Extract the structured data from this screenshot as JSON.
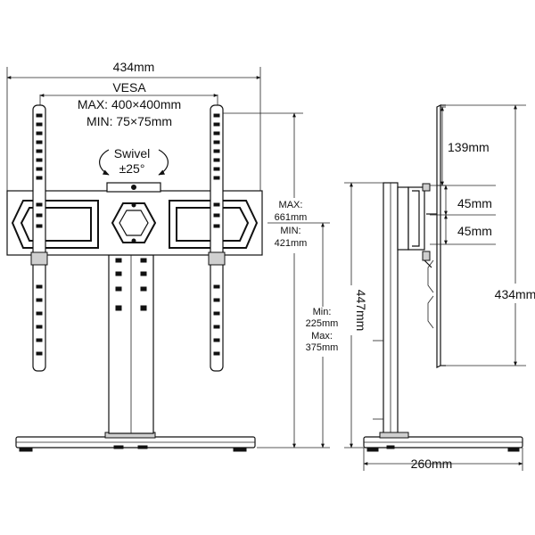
{
  "front": {
    "width": "434mm",
    "vesa_title": "VESA",
    "vesa_max": "MAX: 400×400mm",
    "vesa_min": "MIN: 75×75mm",
    "swivel_label": "Swivel",
    "swivel_angle": "±25°",
    "height_max_label": "MAX:",
    "height_max_value": "661mm",
    "height_min_label": "MIN:",
    "height_min_value": "421mm",
    "adj_min_label": "Min:",
    "adj_min_value": "225mm",
    "adj_max_label": "Max:",
    "adj_max_value": "375mm"
  },
  "side": {
    "offset_top": "139mm",
    "gap_1": "45mm",
    "gap_2": "45mm",
    "panel_height": "434mm",
    "stand_height": "447mm",
    "base_depth": "260mm"
  }
}
